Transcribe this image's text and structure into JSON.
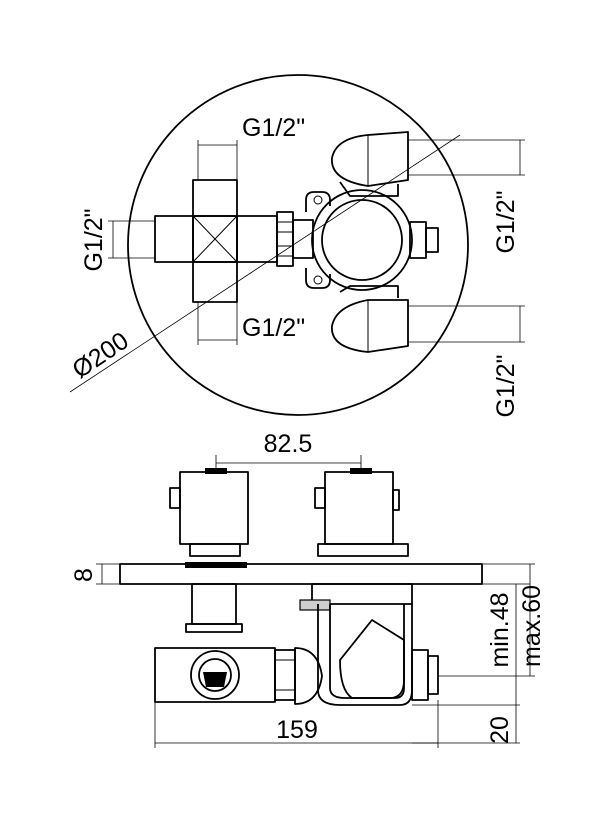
{
  "labels": {
    "top_thread_upper": "G1/2\"",
    "top_thread_lower": "G1/2\"",
    "left_thread": "G1/2\"",
    "right_thread_upper": "G1/2\"",
    "right_thread_lower": "G1/2\"",
    "plate_diameter": "Ø200",
    "center_distance": "82.5",
    "plate_thickness": "8",
    "min_depth": "min.48",
    "max_depth": "max.60",
    "body_width": "159",
    "bottom_offset": "20"
  }
}
